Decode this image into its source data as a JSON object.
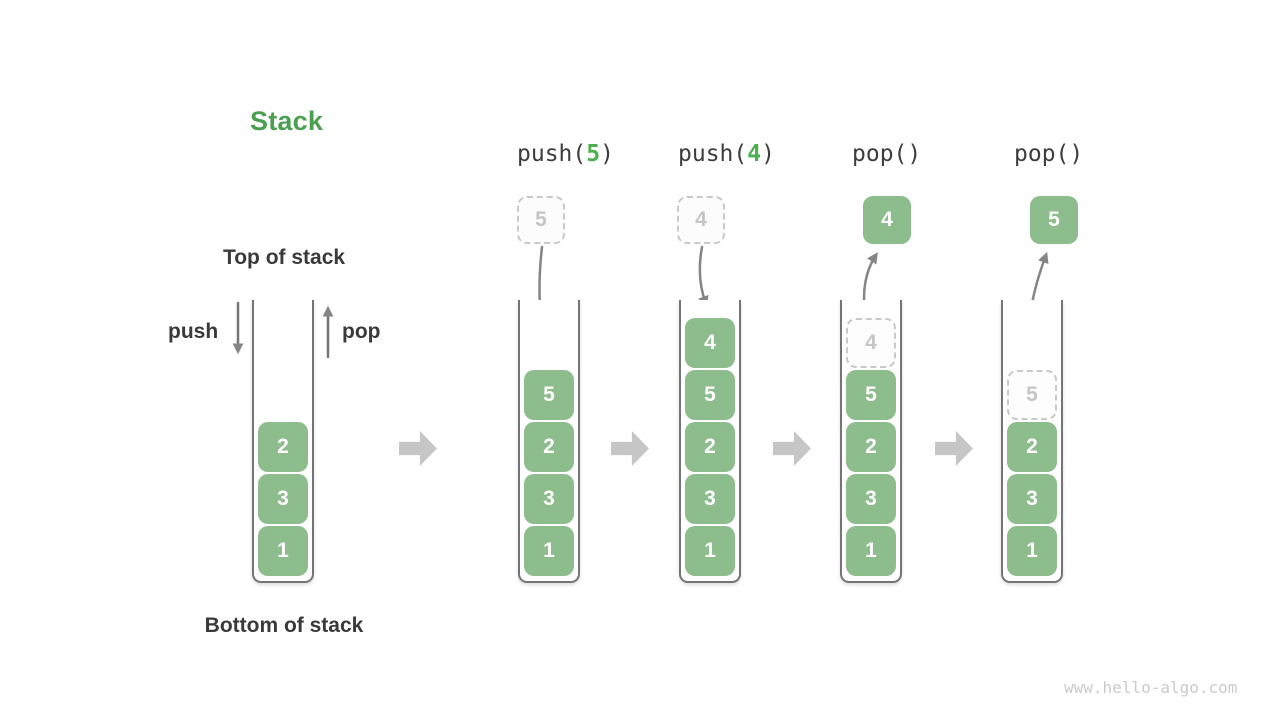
{
  "title": "Stack",
  "main_stack": {
    "top_label": "Top of stack",
    "bottom_label": "Bottom of stack",
    "push_label": "push",
    "pop_label": "pop",
    "blocks": [
      {
        "value": "2",
        "css": "block solid"
      },
      {
        "value": "3",
        "css": "block solid"
      },
      {
        "value": "1",
        "css": "block solid"
      }
    ]
  },
  "operations": [
    {
      "label": {
        "prefix": "push(",
        "arg": "5",
        "suffix": ")"
      },
      "floating": {
        "value": "5",
        "css": "float-box dashed-box"
      },
      "stack": [
        {
          "value": "5",
          "css": "block solid"
        },
        {
          "value": "2",
          "css": "block solid"
        },
        {
          "value": "3",
          "css": "block solid"
        },
        {
          "value": "1",
          "css": "block solid"
        }
      ]
    },
    {
      "label": {
        "prefix": "push(",
        "arg": "4",
        "suffix": ")"
      },
      "floating": {
        "value": "4",
        "css": "float-box dashed-box"
      },
      "stack": [
        {
          "value": "4",
          "css": "block solid"
        },
        {
          "value": "5",
          "css": "block solid"
        },
        {
          "value": "2",
          "css": "block solid"
        },
        {
          "value": "3",
          "css": "block solid"
        },
        {
          "value": "1",
          "css": "block solid"
        }
      ]
    },
    {
      "label": {
        "prefix": "pop(",
        "arg": "",
        "suffix": ")"
      },
      "floating": {
        "value": "4",
        "css": "float-box green-box"
      },
      "stack": [
        {
          "value": "4",
          "css": "block dashed"
        },
        {
          "value": "5",
          "css": "block solid"
        },
        {
          "value": "2",
          "css": "block solid"
        },
        {
          "value": "3",
          "css": "block solid"
        },
        {
          "value": "1",
          "css": "block solid"
        }
      ]
    },
    {
      "label": {
        "prefix": "pop(",
        "arg": "",
        "suffix": ")"
      },
      "floating": {
        "value": "5",
        "css": "float-box green-box"
      },
      "stack": [
        {
          "value": "5",
          "css": "block dashed"
        },
        {
          "value": "2",
          "css": "block solid"
        },
        {
          "value": "3",
          "css": "block solid"
        },
        {
          "value": "1",
          "css": "block solid"
        }
      ]
    }
  ],
  "watermark": "www.hello-algo.com",
  "colors": {
    "block_green": "#8dbc8d",
    "accent_green": "#4caf50",
    "title_green": "#4a9f50",
    "text_dark": "#3a3a3a",
    "dashed_gray": "#c9c9c9",
    "thin_arrow_gray": "#858585",
    "block_arrow_gray": "#c6c6c6",
    "container_border": "#757575",
    "watermark_gray": "#cbcbcb"
  },
  "icons": {
    "push_arrow": "down-arrow",
    "pop_arrow": "up-arrow",
    "transition_arrow": "right-block-arrow"
  }
}
